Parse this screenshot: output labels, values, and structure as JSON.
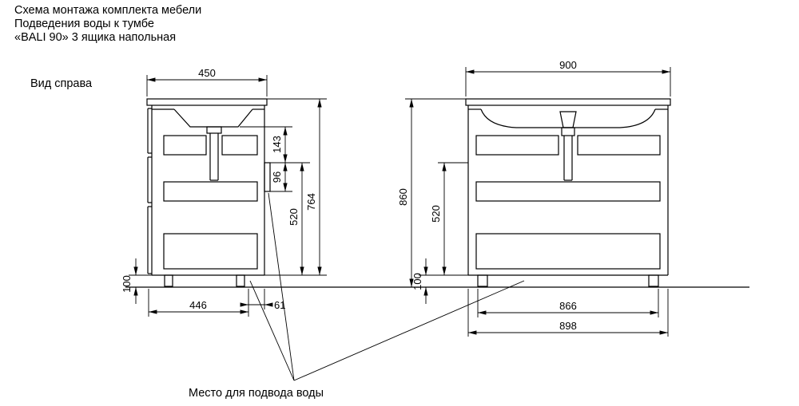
{
  "title": {
    "line1": "Схема монтажа комплекта мебели",
    "line2": "Подведения воды к тумбе",
    "line3": "«BALI 90» 3 ящика напольная"
  },
  "side_view": {
    "label": "Вид справа",
    "width": "450",
    "top_to_supply": "143",
    "supply_zone": "96",
    "drawer_zone": "520",
    "body_height": "764",
    "leg_height": "100",
    "base_depth": "446",
    "back_offset": "61"
  },
  "front_view": {
    "width": "900",
    "total_height": "860",
    "drawer_zone": "520",
    "leg_height": "100",
    "leg_span": "866",
    "base_width": "898"
  },
  "note": {
    "water_supply": "Место для подвода воды"
  },
  "colors": {
    "line": "#000000",
    "background": "#ffffff"
  }
}
